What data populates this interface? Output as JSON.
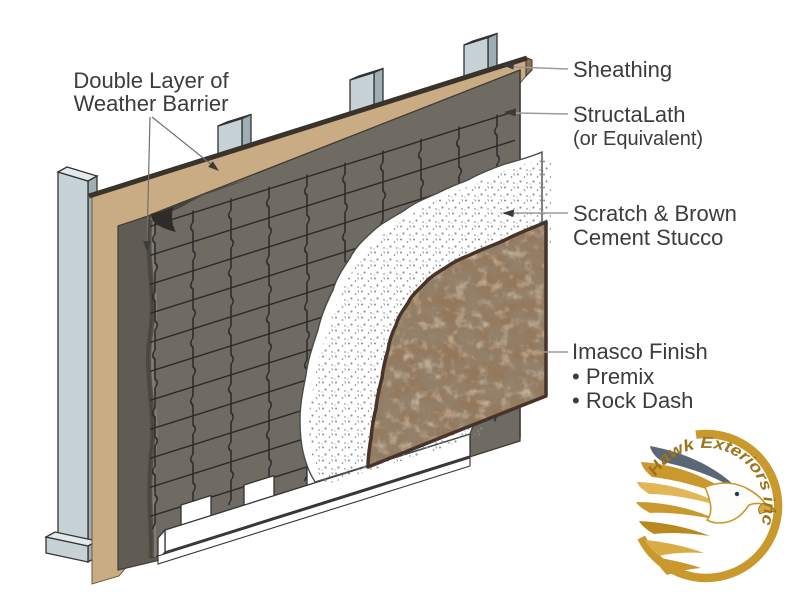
{
  "diagram": {
    "callouts": {
      "weather_barrier_line1": "Double Layer of",
      "weather_barrier_line2": "Weather Barrier",
      "sheathing": "Sheathing",
      "lath_line1": "StructaLath",
      "lath_line2": "(or Equivalent)",
      "stucco_line1": "Scratch & Brown",
      "stucco_line2": "Cement Stucco",
      "finish_line1": "Imasco Finish",
      "finish_line2": "• Premix",
      "finish_line3": "• Rock Dash"
    },
    "colors": {
      "label_text": "#3C3C3C",
      "leader_line": "#9B9B9B",
      "stud": "#C7D2D6",
      "sheathing": "#C9AB84",
      "sheathing_edge": "#3A332C",
      "weather_barrier": "#6F6B62",
      "lath_wire": "#2B2B2B",
      "stucco": "#FFFFFF",
      "finish": "#94785B",
      "logo_gold": "#C9992E"
    }
  },
  "logo": {
    "text": "Hawk Exteriors inc"
  }
}
